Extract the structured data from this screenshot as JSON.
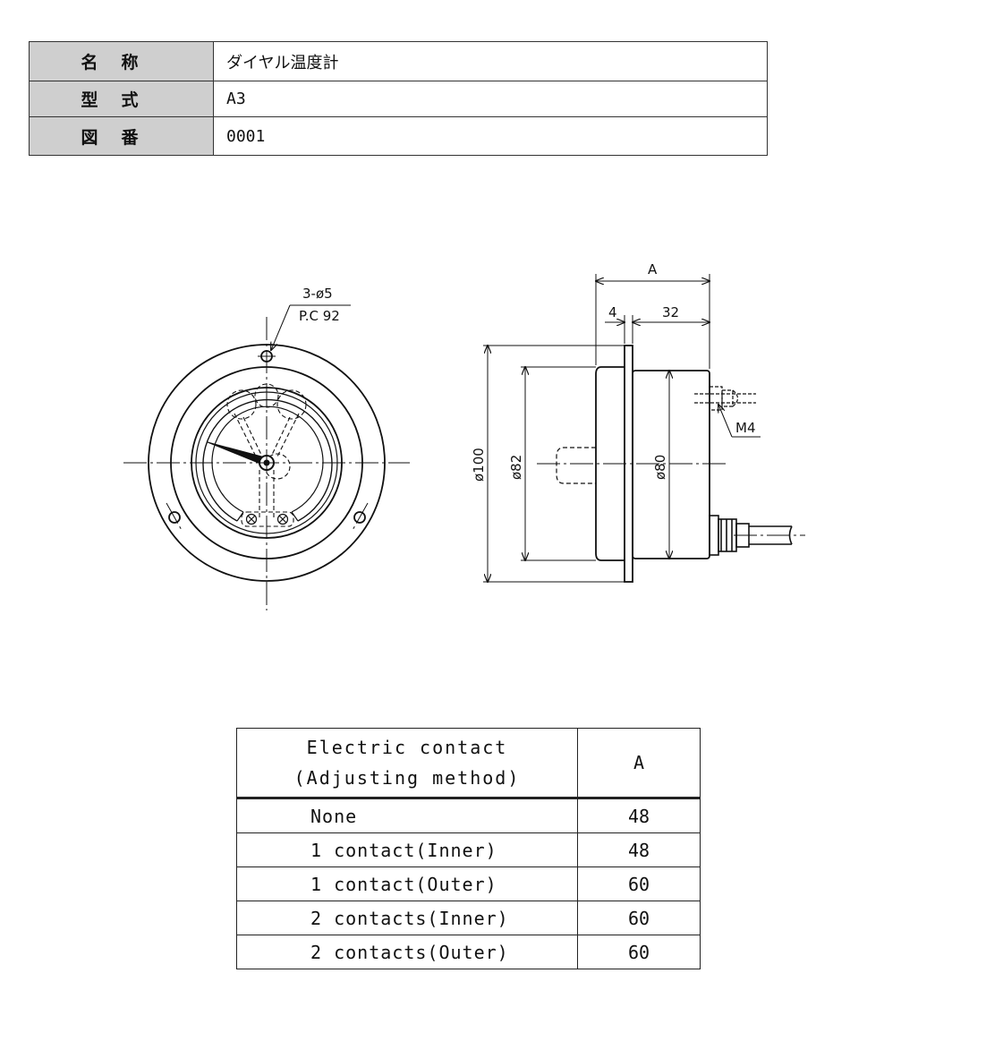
{
  "info_table": [
    {
      "label": "名称",
      "value": "ダイヤル温度計"
    },
    {
      "label": "型式",
      "value": "A3"
    },
    {
      "label": "図番",
      "value": "0001"
    }
  ],
  "drawing": {
    "hole_spec": "3-ø5",
    "pitch_circle": "P.C 92",
    "dim_a": "A",
    "dim_flange": "4",
    "dim_body": "32",
    "dia_outer": "ø100",
    "dia_flange": "ø82",
    "dia_case": "ø80",
    "thread": "M4"
  },
  "spec_table": {
    "header_col1_line1": "Electric contact",
    "header_col1_line2": "(Adjusting method)",
    "header_col2": "A",
    "rows": [
      {
        "contact": "None",
        "a": "48"
      },
      {
        "contact": "1 contact(Inner)",
        "a": "48"
      },
      {
        "contact": "1 contact(Outer)",
        "a": "60"
      },
      {
        "contact": "2 contacts(Inner)",
        "a": "60"
      },
      {
        "contact": "2 contacts(Outer)",
        "a": "60"
      }
    ]
  }
}
